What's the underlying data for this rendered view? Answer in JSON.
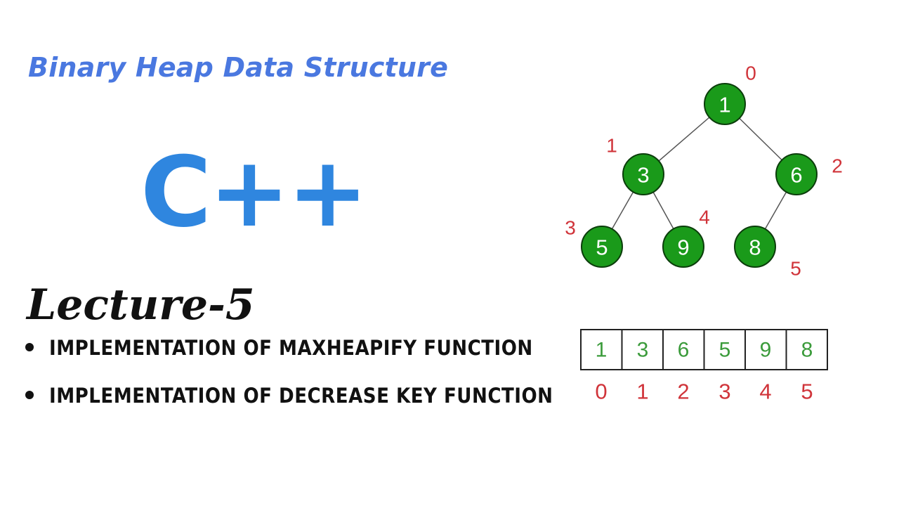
{
  "title": "Binary Heap Data Structure",
  "logo_text": "C++",
  "lecture": "Lecture-5",
  "bullets": [
    "Implementation of MaxHeapify Function",
    "Implementation of decrease key function"
  ],
  "colors": {
    "title": "#4a78e0",
    "logo": "#2f86df",
    "node_fill": "#1a9a1a",
    "index": "#d0343a",
    "array_value": "#3b9b3b"
  },
  "heap": {
    "nodes": [
      {
        "index": "0",
        "value": "1"
      },
      {
        "index": "1",
        "value": "3"
      },
      {
        "index": "2",
        "value": "6"
      },
      {
        "index": "3",
        "value": "5"
      },
      {
        "index": "4",
        "value": "9"
      },
      {
        "index": "5",
        "value": "8"
      }
    ],
    "edges": [
      [
        0,
        1
      ],
      [
        0,
        2
      ],
      [
        1,
        3
      ],
      [
        1,
        4
      ],
      [
        2,
        5
      ]
    ]
  },
  "array": {
    "values": [
      "1",
      "3",
      "6",
      "5",
      "9",
      "8"
    ],
    "indices": [
      "0",
      "1",
      "2",
      "3",
      "4",
      "5"
    ]
  }
}
